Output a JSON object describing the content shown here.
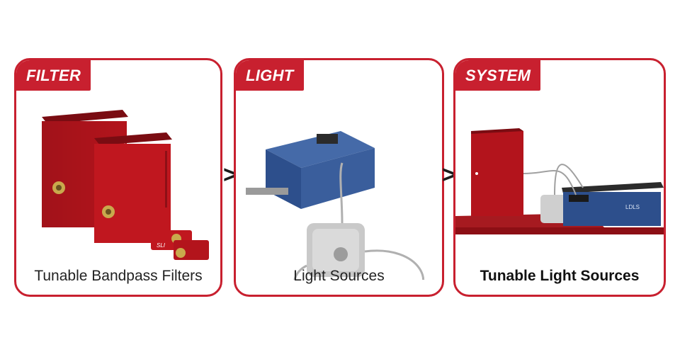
{
  "panels": [
    {
      "tag": "FILTER",
      "caption": "Tunable Bandpass Filters"
    },
    {
      "tag": "LIGHT",
      "caption": "Light Sources"
    },
    {
      "tag": "SYSTEM",
      "caption": "Tunable Light Sources"
    }
  ],
  "arrows": [
    ">",
    ">"
  ],
  "colors": {
    "accent": "#c8202f",
    "device_red": "#b3141c",
    "device_blue": "#2d4f8c"
  }
}
